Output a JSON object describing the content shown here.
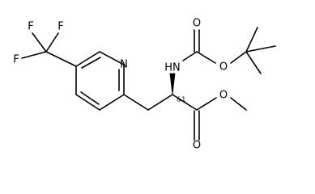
{
  "molecule": {
    "atom_labels": {
      "f1": "F",
      "f2": "F",
      "f3": "F",
      "ring_n": "N",
      "amide_n": "HN",
      "carbamate_o_double": "O",
      "carbamate_o_single": "O",
      "ester_o_single": "O",
      "ester_o_double": "O"
    },
    "stereo_label": "&1",
    "colors": {
      "bond": "#000000",
      "text": "#000000",
      "background": "#ffffff"
    }
  }
}
